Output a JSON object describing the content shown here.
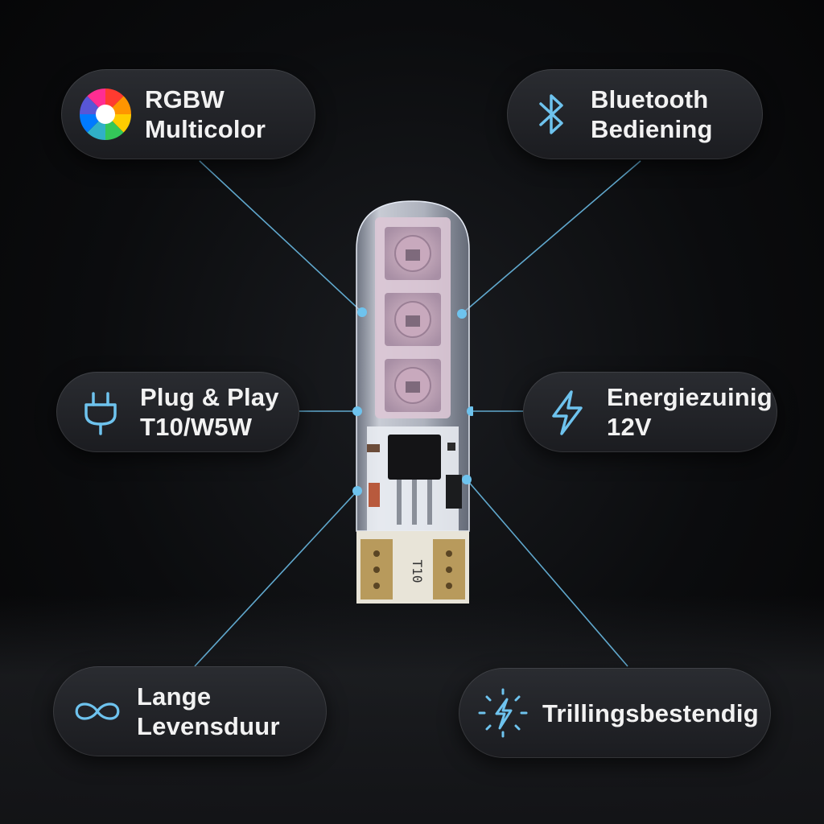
{
  "features": [
    {
      "id": "rgbw",
      "icon": "color-wheel-icon",
      "line1": "RGBW",
      "line2": "Multicolor"
    },
    {
      "id": "bluetooth",
      "icon": "bluetooth-icon",
      "line1": "Bluetooth",
      "line2": "Bediening"
    },
    {
      "id": "plug",
      "icon": "plug-icon",
      "line1": "Plug & Play",
      "line2": "T10/W5W"
    },
    {
      "id": "energy",
      "icon": "lightning-icon",
      "line1": "Energiezuinig",
      "line2": "12V"
    },
    {
      "id": "lifespan",
      "icon": "infinity-icon",
      "line1": "Lange",
      "line2": "Levensduur"
    },
    {
      "id": "vibration",
      "icon": "vibration-bolt-icon",
      "line1": "Trillingsbestendig",
      "line2": ""
    }
  ],
  "product": {
    "base_label": "T10"
  },
  "colors": {
    "accent": "#6ec3ee",
    "pill_bg": "#222429",
    "text": "#f2f2f2"
  }
}
